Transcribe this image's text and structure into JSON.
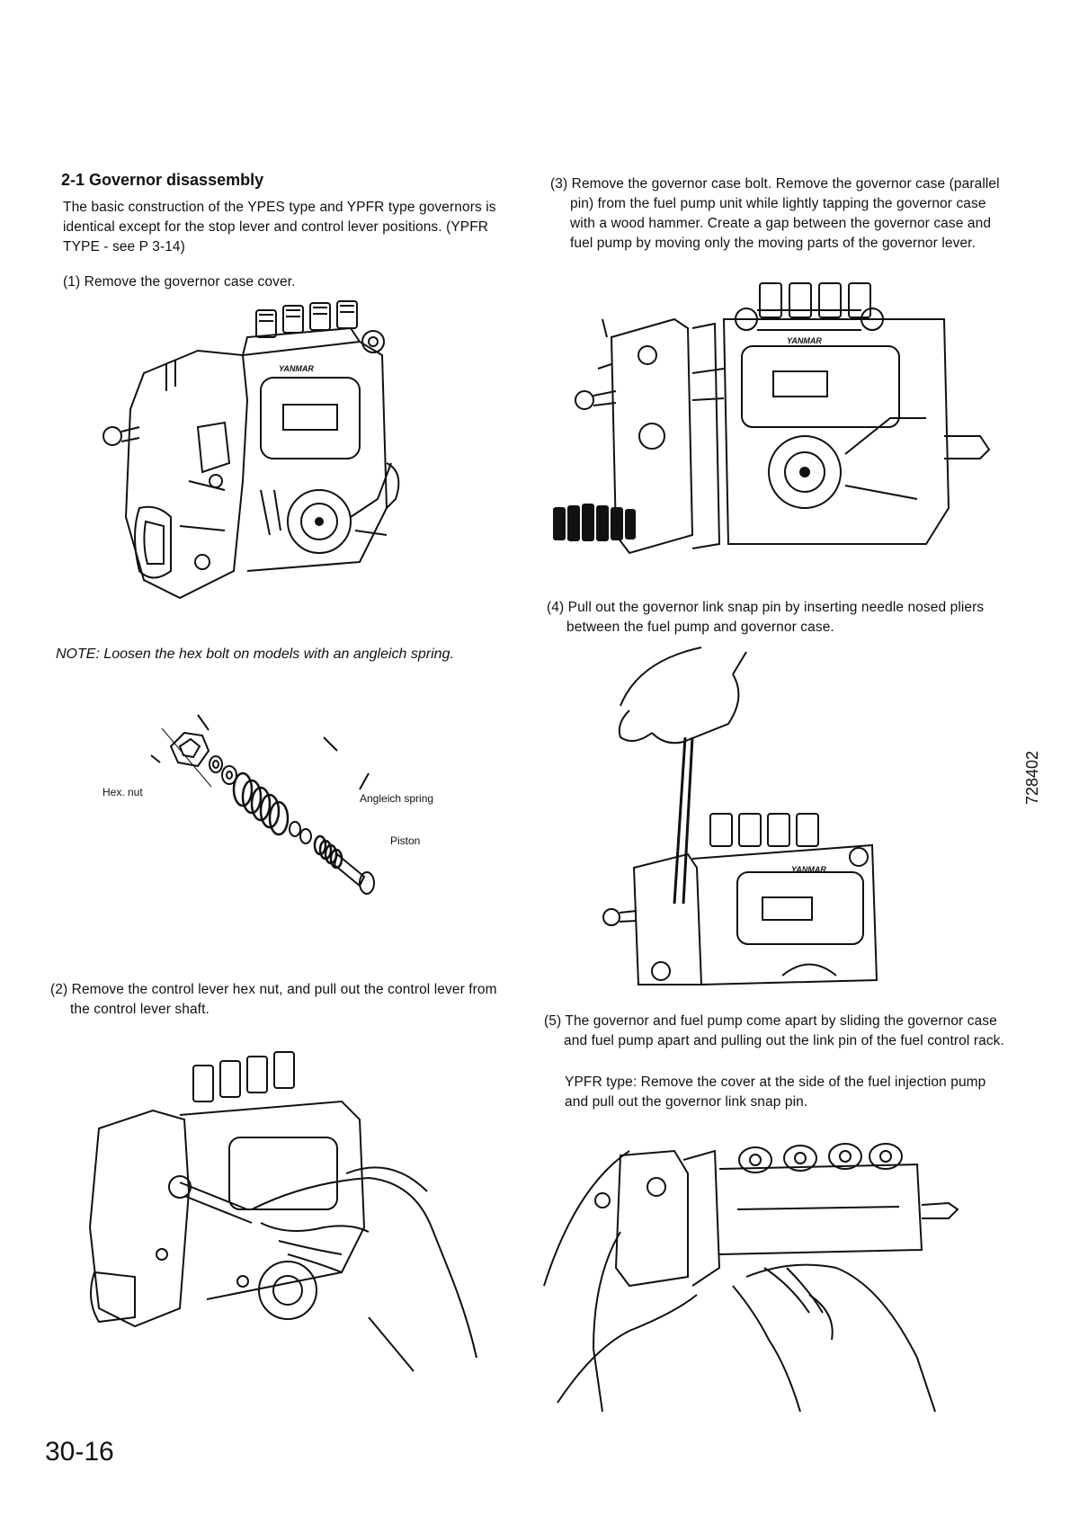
{
  "left": {
    "heading": "2-1 Governor disassembly",
    "intro": "The basic construction of the YPES type and YPFR type governors is identical except for the stop lever and control lever positions. (YPFR TYPE - see P 3-14)",
    "step1": "(1) Remove the governor case cover.",
    "note": "NOTE: Loosen the hex bolt on models with an angleich spring.",
    "labels": {
      "hex_nut": "Hex. nut",
      "angleich_spring": "Angleich spring",
      "piston": "Piston"
    },
    "step2": "(2) Remove the control lever hex nut, and pull out the control lever from the control lever shaft."
  },
  "right": {
    "step3": "(3) Remove the governor case bolt. Remove the governor case (parallel pin) from the fuel pump unit while lightly tapping the governor case with a wood hammer. Create a gap between the governor case and fuel pump by moving only the moving parts of the governor lever.",
    "step4": "(4) Pull out the governor link snap pin by inserting needle nosed pliers between the fuel pump and governor case.",
    "step5": "(5) The governor and fuel pump come apart by sliding the governor case and fuel pump apart and pulling out the link pin of the fuel control rack.",
    "step5_ypfr": "YPFR type: Remove the cover at the side of the fuel injection pump and pull out the governor link snap pin."
  },
  "brand_plate": "YANMAR",
  "doc_code": "728402",
  "page_number": "30-16"
}
